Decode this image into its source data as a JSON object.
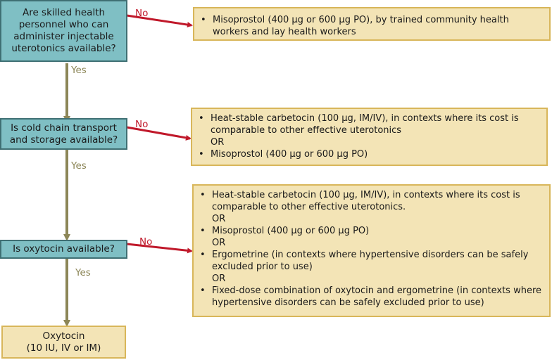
{
  "labels": {
    "no": "No",
    "yes": "Yes"
  },
  "questions": [
    {
      "text": "Are skilled health personnel who can administer injectable uterotonics available?"
    },
    {
      "text": "Is cold chain transport and storage available?"
    },
    {
      "text": "Is oxytocin available?"
    }
  ],
  "outcomes": [
    {
      "items": [
        {
          "kind": "bullet",
          "text": "Misoprostol (400 µg or 600 µg PO), by trained community health workers and lay health workers"
        }
      ]
    },
    {
      "items": [
        {
          "kind": "bullet",
          "text": "Heat-stable carbetocin (100 µg, IM/IV), in contexts where its cost is comparable to other effective uterotonics"
        },
        {
          "kind": "or",
          "text": "OR"
        },
        {
          "kind": "bullet",
          "text": "Misoprostol (400 µg or 600 µg PO)"
        }
      ]
    },
    {
      "items": [
        {
          "kind": "bullet",
          "text": "Heat-stable carbetocin (100 µg, IM/IV), in contexts where its cost is comparable to other effective uterotonics."
        },
        {
          "kind": "or",
          "text": "OR"
        },
        {
          "kind": "bullet",
          "text": "Misoprostol (400 µg or 600 µg PO)"
        },
        {
          "kind": "or",
          "text": "OR"
        },
        {
          "kind": "bullet",
          "text": "Ergometrine  (in contexts where hypertensive disorders can be safely excluded prior to use)"
        },
        {
          "kind": "or",
          "text": "OR"
        },
        {
          "kind": "bullet",
          "text": "Fixed-dose combination of oxytocin and ergometrine (in contexts where hypertensive disorders can be safely excluded prior to use)"
        }
      ]
    }
  ],
  "final": {
    "line1": "Oxytocin",
    "line2": "(10 IU, IV or IM)"
  },
  "colors": {
    "question_fill": "#7fbfc4",
    "outcome_fill": "#f3e4b6",
    "no_arrow": "#c0182a",
    "yes_arrow": "#8c8657"
  }
}
